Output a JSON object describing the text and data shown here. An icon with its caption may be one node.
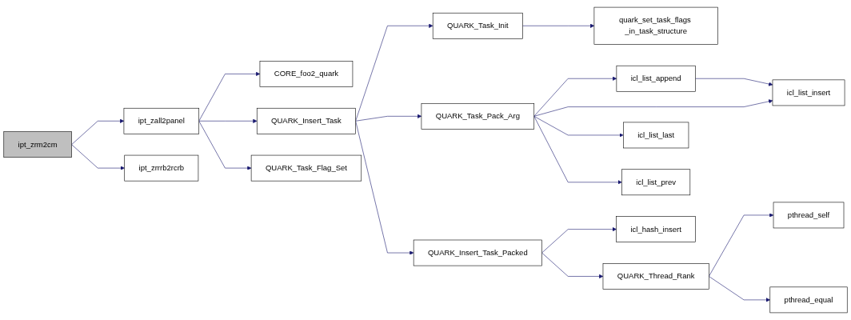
{
  "diagram": {
    "nodes": [
      {
        "text": [
          "ipt_zrm2cm"
        ]
      },
      {
        "text": [
          "ipt_zall2panel"
        ]
      },
      {
        "text": [
          "ipt_zrrrb2rcrb"
        ]
      },
      {
        "text": [
          "CORE_foo2_quark"
        ]
      },
      {
        "text": [
          "QUARK_Insert_Task"
        ]
      },
      {
        "text": [
          "QUARK_Task_Flag_Set"
        ]
      },
      {
        "text": [
          "QUARK_Task_Init"
        ]
      },
      {
        "text": [
          "quark_set_task_flags _in_task_structure"
        ]
      },
      {
        "text": [
          "QUARK_Task_Pack_Arg"
        ]
      },
      {
        "text": [
          "QUARK_Insert_Task_Packed"
        ]
      },
      {
        "text": [
          "icl_list_append"
        ]
      },
      {
        "text": [
          "icl_list_insert"
        ]
      },
      {
        "text": [
          "icl_list_last"
        ]
      },
      {
        "text": [
          "icl_list_prev"
        ]
      },
      {
        "text": [
          "icl_hash_insert"
        ]
      },
      {
        "text": [
          "QUARK_Thread_Rank"
        ]
      },
      {
        "text": [
          "pthread_self"
        ]
      },
      {
        "text": [
          "pthread_equal"
        ]
      }
    ],
    "edges": [
      {
        "from": 0,
        "to": 1,
        "arrow": "to"
      },
      {
        "from": 0,
        "to": 2,
        "arrow": "to"
      },
      {
        "from": 1,
        "to": 3,
        "arrow": "to"
      },
      {
        "from": 1,
        "to": 4,
        "arrow": "to"
      },
      {
        "from": 1,
        "to": 5,
        "arrow": "to"
      },
      {
        "from": 4,
        "to": 6,
        "arrow": "to"
      },
      {
        "from": 4,
        "to": 8,
        "arrow": "to"
      },
      {
        "from": 4,
        "to": 9,
        "arrow": "to"
      },
      {
        "from": 6,
        "to": 7,
        "arrow": "to"
      },
      {
        "from": 8,
        "to": 10,
        "arrow": "to"
      },
      {
        "from": 8,
        "to": 11,
        "arrow": "to"
      },
      {
        "from": 8,
        "to": 12,
        "arrow": "to"
      },
      {
        "from": 8,
        "to": 13,
        "arrow": "to"
      },
      {
        "from": 10,
        "to": 11,
        "arrow": "to"
      },
      {
        "from": 9,
        "to": 14,
        "arrow": "to"
      },
      {
        "from": 9,
        "to": 15,
        "arrow": "to"
      },
      {
        "from": 15,
        "to": 16,
        "arrow": "to"
      },
      {
        "from": 15,
        "to": 17,
        "arrow": "to"
      }
    ]
  }
}
